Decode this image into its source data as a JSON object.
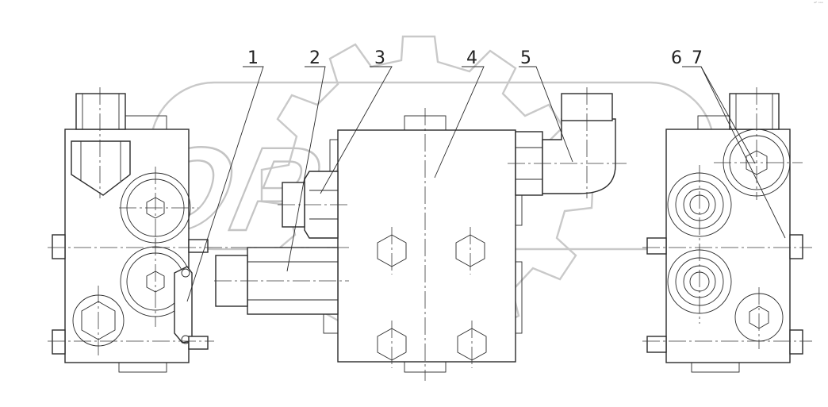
{
  "diagram": {
    "watermark_text": "OPEX",
    "corner_mark": "ᵉᴾ ᵒᵒᵒ",
    "callouts": [
      "1",
      "2",
      "3",
      "4",
      "5",
      "6",
      "7"
    ]
  }
}
